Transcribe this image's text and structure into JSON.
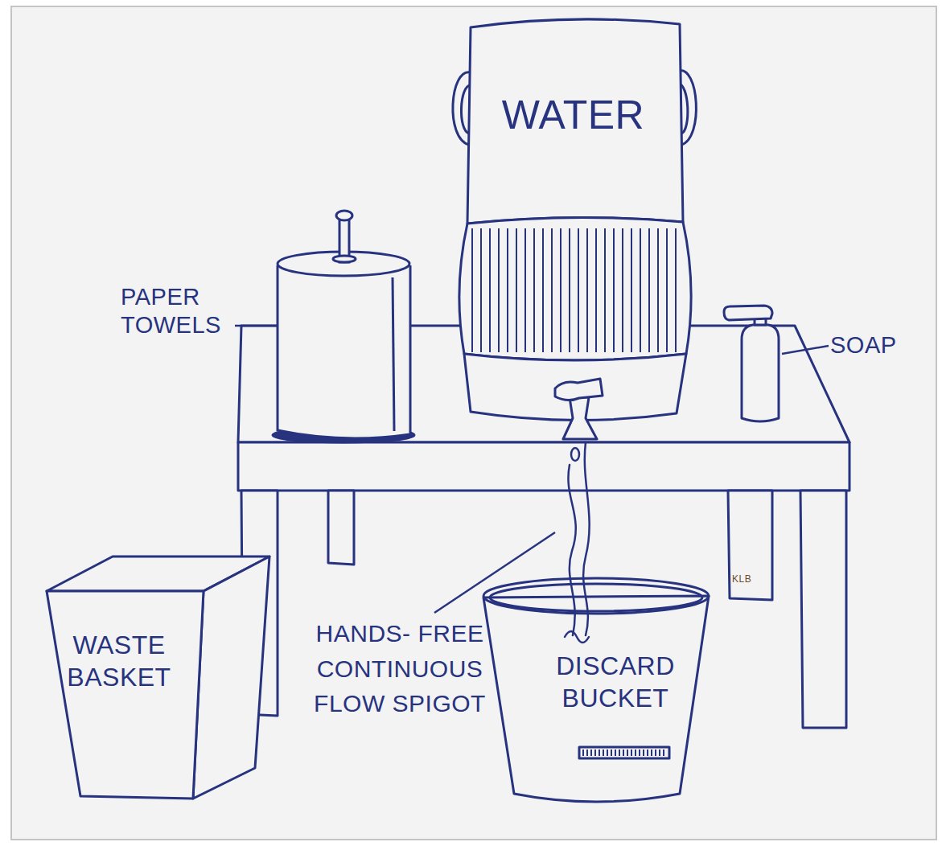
{
  "diagram": {
    "nodes": [
      {
        "text": [
          "WATER"
        ]
      },
      {
        "text": [
          "WASTE BASKET"
        ]
      },
      {
        "text": [
          "DISCARD BUCKET"
        ]
      }
    ],
    "labels": [
      "PAPER TOWELS",
      "SOAP",
      "HANDS- FREE CONTINUOUS FLOW SPIGOT",
      "KLB"
    ]
  }
}
